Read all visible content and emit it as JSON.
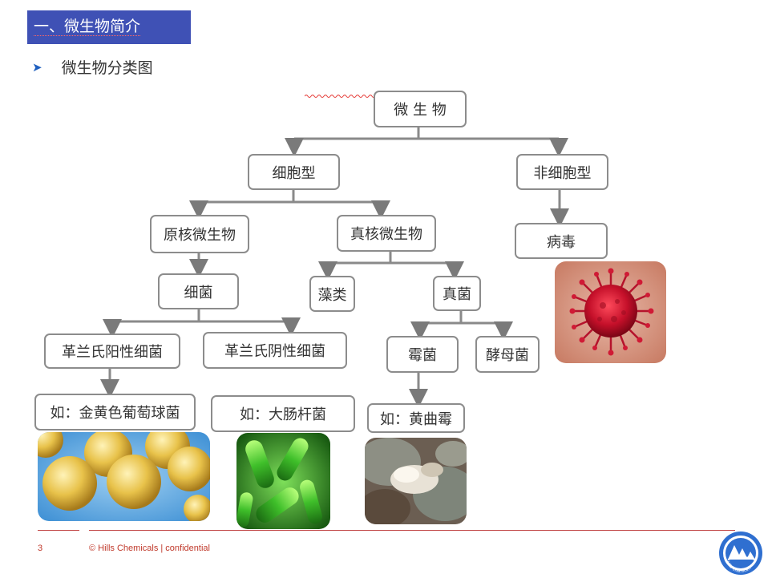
{
  "slide": {
    "title": "一、微生物简介",
    "bullet_icon": "arrow-bullet-icon",
    "bullet_text": "微生物分类图",
    "page_number": "3",
    "copyright": "© Hills Chemicals | confidential",
    "logo_text": "Hills Chemicals",
    "accent_color": "#3f51b5",
    "footer_color": "#c04040"
  },
  "nodes": {
    "root": "微 生 物",
    "cellular": "细胞型",
    "noncellular": "非细胞型",
    "prokaryote": "原核微生物",
    "eukaryote": "真核微生物",
    "virus": "病毒",
    "bacteria": "细菌",
    "algae": "藻类",
    "fungi": "真菌",
    "gram_positive": "革兰氏阳性细菌",
    "gram_negative": "革兰氏阴性细菌",
    "mold": "霉菌",
    "yeast": "酵母菌",
    "example_positive": "如：金黄色葡萄球菌",
    "example_negative": "如：大肠杆菌",
    "example_mold": "如：黄曲霉"
  }
}
